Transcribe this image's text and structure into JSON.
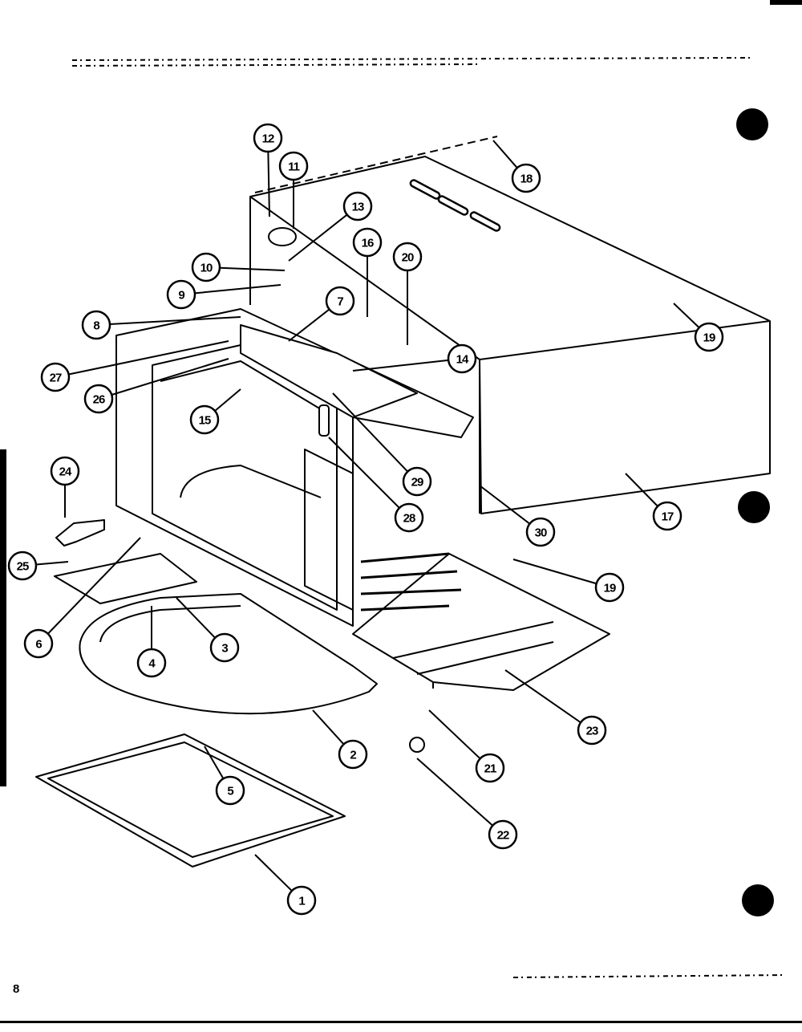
{
  "page_number": "8",
  "callouts": [
    "12",
    "11",
    "13",
    "10",
    "9",
    "16",
    "20",
    "7",
    "8",
    "27",
    "14",
    "26",
    "15",
    "18",
    "19",
    "29",
    "28",
    "30",
    "17",
    "24",
    "25",
    "6",
    "3",
    "4",
    "19",
    "23",
    "2",
    "21",
    "5",
    "22",
    "1"
  ]
}
